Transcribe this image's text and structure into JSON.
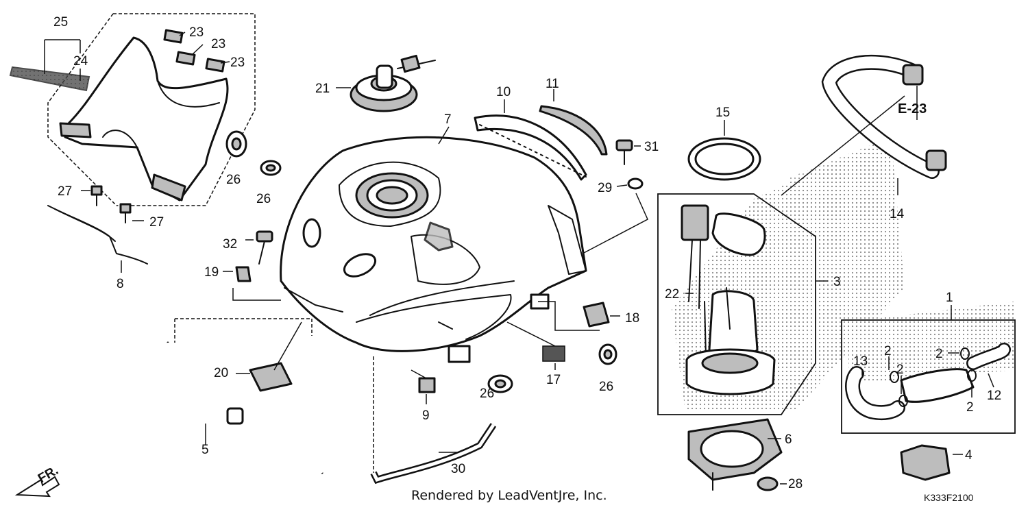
{
  "callouts": [
    "25",
    "24",
    "23",
    "23",
    "23",
    "21",
    "10",
    "11",
    "7",
    "15",
    "E-23",
    "31",
    "29",
    "14",
    "26",
    "26",
    "27",
    "27",
    "8",
    "32",
    "19",
    "22",
    "3",
    "1",
    "18",
    "2",
    "2",
    "2",
    "13",
    "12",
    "2",
    "17",
    "26",
    "26",
    "20",
    "9",
    "6",
    "4",
    "5",
    "30",
    "28"
  ],
  "direction_label": "FR.",
  "footer_text": "Rendered by LeadVentJre, Inc.",
  "diagram_code": "K333F2100"
}
